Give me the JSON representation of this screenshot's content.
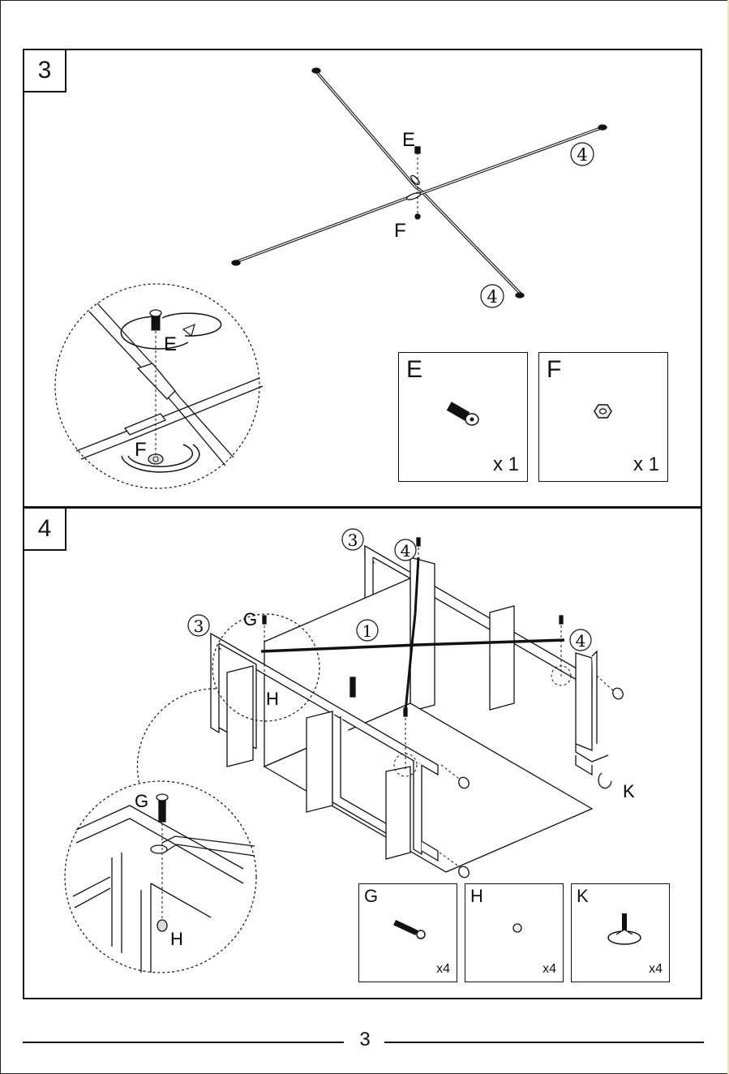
{
  "page_number": "3",
  "steps": [
    {
      "number": "3",
      "labels": {
        "bolt": "E",
        "nut": "F",
        "bar_a": "4",
        "bar_b": "4",
        "detail_bolt": "E",
        "detail_nut": "F"
      },
      "parts": [
        {
          "letter": "E",
          "qty": "x 1",
          "icon": "hex-bolt-icon"
        },
        {
          "letter": "F",
          "qty": "x 1",
          "icon": "hex-nut-icon"
        }
      ]
    },
    {
      "number": "4",
      "labels": {
        "frame_left": "3",
        "frame_back": "3",
        "cross_a": "4",
        "cross_b": "4",
        "panel": "1",
        "bolt": "G",
        "nut": "H",
        "foot": "K",
        "detail_bolt": "G",
        "detail_nut": "H"
      },
      "parts": [
        {
          "letter": "G",
          "qty": "x4",
          "icon": "bolt-icon"
        },
        {
          "letter": "H",
          "qty": "x4",
          "icon": "nut-icon"
        },
        {
          "letter": "K",
          "qty": "x4",
          "icon": "leveling-foot-icon"
        }
      ]
    }
  ]
}
